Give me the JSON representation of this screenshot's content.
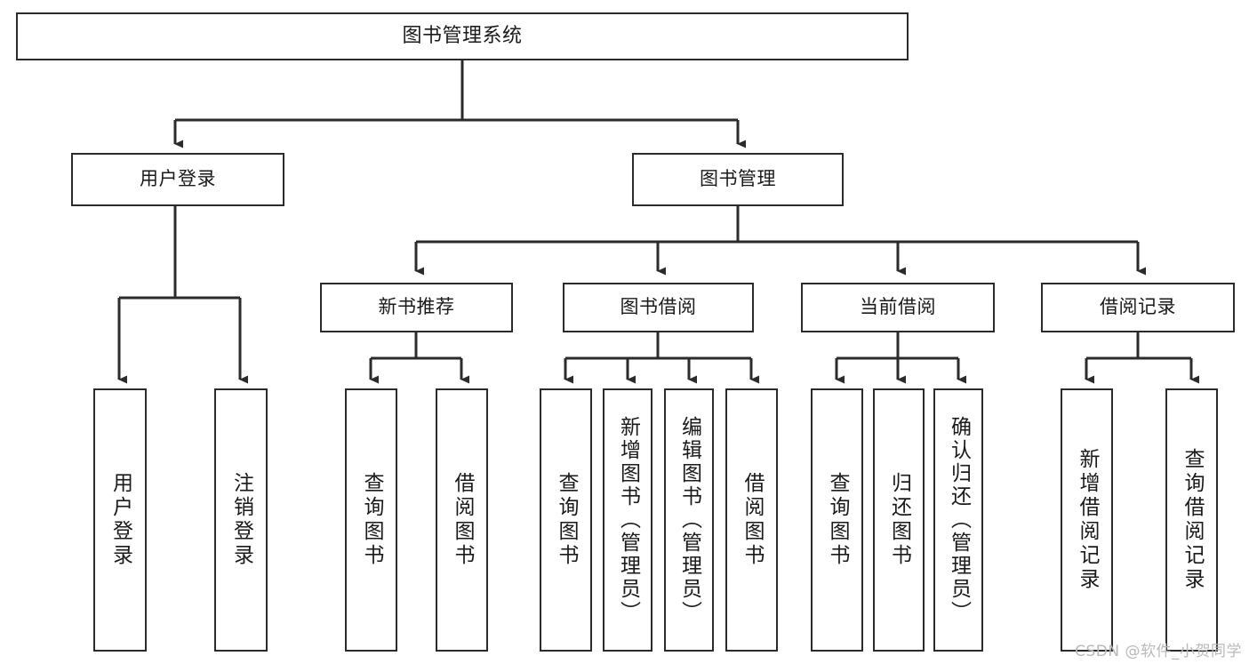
{
  "diagram": {
    "title": "图书管理系统",
    "type": "tree",
    "watermark": "CSDN @软件_小贺同学",
    "colors": {
      "stroke": "#2b2b2b",
      "box_fill": "#ffffff",
      "text": "#1a1a1a",
      "watermark": "#b9b9b9",
      "background": "#ffffff"
    },
    "nodes": {
      "root": {
        "label": "图书管理系统"
      },
      "level2": [
        {
          "label": "用户登录"
        },
        {
          "label": "图书管理"
        }
      ],
      "level3": [
        {
          "label": "新书推荐"
        },
        {
          "label": "图书借阅"
        },
        {
          "label": "当前借阅"
        },
        {
          "label": "借阅记录"
        }
      ],
      "leaves": {
        "user_login": [
          {
            "label": "用户登录"
          },
          {
            "label": "注销登录"
          }
        ],
        "new_book": [
          {
            "label": "查询图书"
          },
          {
            "label": "借阅图书"
          }
        ],
        "book_borrow": [
          {
            "label": "查询图书"
          },
          {
            "label": "新增图书（管理员）"
          },
          {
            "label": "编辑图书（管理员）"
          },
          {
            "label": "借阅图书"
          }
        ],
        "current_borrow": [
          {
            "label": "查询图书"
          },
          {
            "label": "归还图书"
          },
          {
            "label": "确认归还（管理员）"
          }
        ],
        "borrow_record": [
          {
            "label": "新增借阅记录"
          },
          {
            "label": "查询借阅记录"
          }
        ]
      }
    }
  }
}
